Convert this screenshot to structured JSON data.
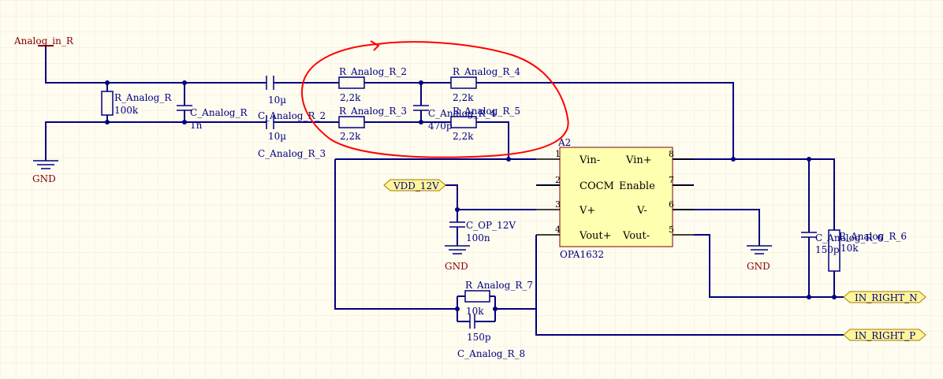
{
  "colors": {
    "background": "#FFFCF0",
    "grid": "#EFEADB",
    "wire": "#000080",
    "part_label": "#000080",
    "net_label": "#800000",
    "chip_body": "#FFFFB0",
    "port_fill": "#FFF59A",
    "annotation": "#FF0000"
  },
  "ports": {
    "analog_in": "Analog_in_R",
    "vdd": "VDD_12V",
    "in_right_n": "IN_RIGHT_N",
    "in_right_p": "IN_RIGHT_P"
  },
  "grounds": {
    "label": "GND"
  },
  "components": {
    "r_analog_r": {
      "ref": "R_Analog_R",
      "value": "100k"
    },
    "c_analog_r": {
      "ref": "C_Analog_R",
      "value": "1n"
    },
    "c_analog_r_2": {
      "ref": "C_Analog_R_2",
      "value": "10µ"
    },
    "c_analog_r_3": {
      "ref": "C_Analog_R_3",
      "value": "10µ"
    },
    "r_analog_r_2": {
      "ref": "R_Analog_R_2",
      "value": "2,2k"
    },
    "r_analog_r_3": {
      "ref": "R_Analog_R_3",
      "value": "2,2k"
    },
    "c_analog_r_4": {
      "ref": "C_Analog_R_4",
      "value": "470p"
    },
    "r_analog_r_4": {
      "ref": "R_Analog_R_4",
      "value": "2,2k"
    },
    "r_analog_r_5": {
      "ref": "R_Analog_R_5",
      "value": "2,2k"
    },
    "c_op_12v": {
      "ref": "C_OP_12V",
      "value": "100n"
    },
    "r_analog_r_6": {
      "ref": "R_Analog_R_6",
      "value": "10k"
    },
    "c_analog_r_6": {
      "ref": "C_Analog_R_6",
      "value": "150p"
    },
    "r_analog_r_7": {
      "ref": "R_Analog_R_7",
      "value": "10k"
    },
    "c_analog_r_8": {
      "ref": "C_Analog_R_8",
      "value": "150p"
    }
  },
  "ic": {
    "designator": "A2",
    "part": "OPA1632",
    "pins": [
      {
        "num": "1",
        "name": "Vin-"
      },
      {
        "num": "2",
        "name": "COCM"
      },
      {
        "num": "3",
        "name": "V+"
      },
      {
        "num": "4",
        "name": "Vout+"
      },
      {
        "num": "8",
        "name": "Vin+"
      },
      {
        "num": "7",
        "name": "Enable"
      },
      {
        "num": "6",
        "name": "V-"
      },
      {
        "num": "5",
        "name": "Vout-"
      }
    ]
  }
}
